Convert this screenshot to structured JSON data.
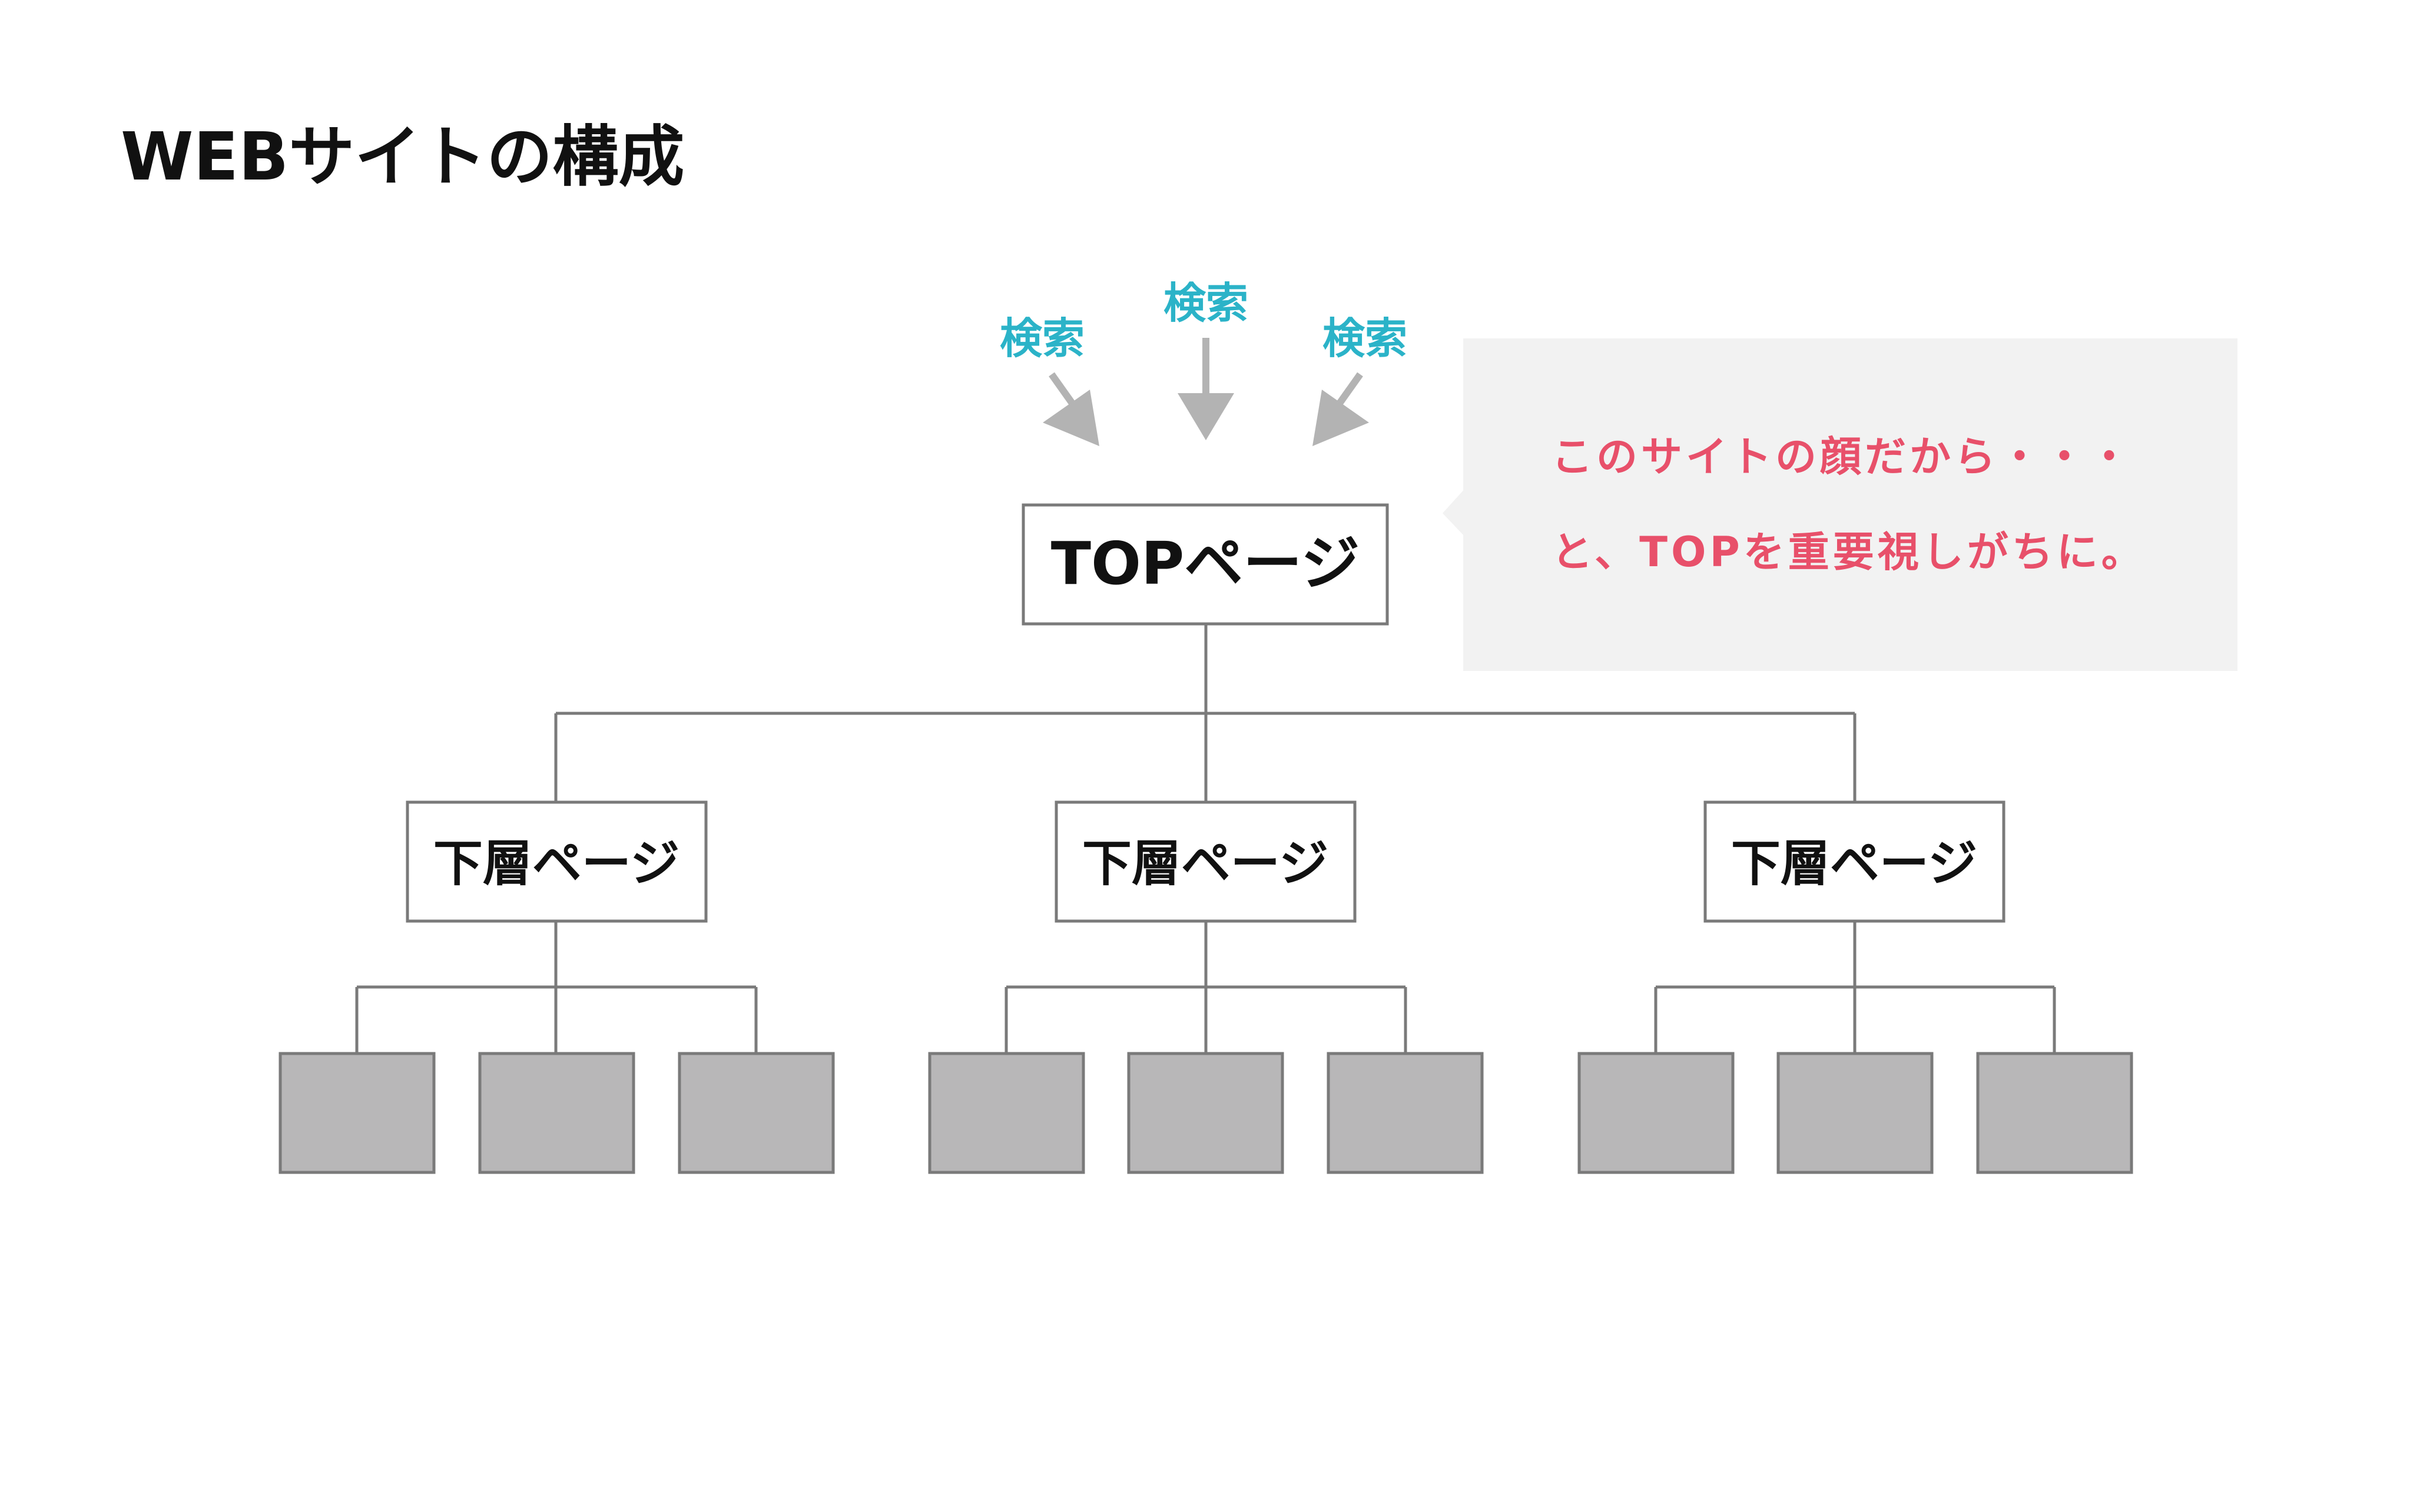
{
  "title": "WEBサイトの構成",
  "search": {
    "labels": [
      "検索",
      "検索",
      "検索"
    ]
  },
  "top_page": {
    "label": "TOPページ"
  },
  "sub_pages": [
    {
      "label": "下層ページ"
    },
    {
      "label": "下層ページ"
    },
    {
      "label": "下層ページ"
    }
  ],
  "callout": {
    "line1": "このサイトの顔だから・・・",
    "line2": "と、TOPを重要視しがちに。"
  },
  "colors": {
    "title": "#111111",
    "search_text": "#2bb3c8",
    "arrow": "#b3b3b3",
    "line": "#7a7a7a",
    "node_border": "#7a7a7a",
    "leaf_fill": "#b8b7b8",
    "callout_bg": "#f2f2f2",
    "callout_text": "#e8506a"
  }
}
